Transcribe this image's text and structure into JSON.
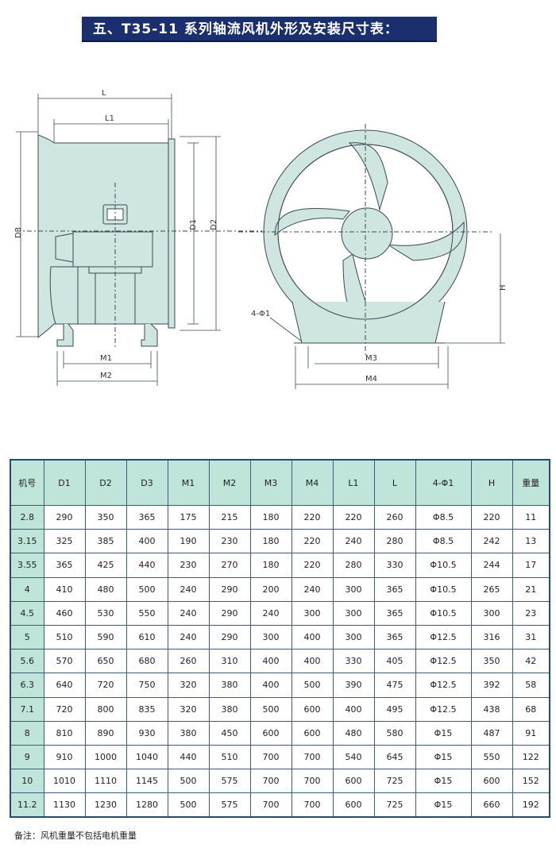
{
  "title": "五、T35-11  系列轴流风机外形及安装尺寸表：",
  "drawing": {
    "labels": {
      "L": "L",
      "L1": "L1",
      "D1": "D1",
      "D2": "D2",
      "D3": "D3",
      "M1": "M1",
      "M2": "M2",
      "M3": "M3",
      "M4": "M4",
      "H": "H",
      "hole": "4-Φ1"
    },
    "colors": {
      "body": "#cfe6e0",
      "stroke": "#3a4a55"
    }
  },
  "table": {
    "headers": [
      "机号",
      "D1",
      "D2",
      "D3",
      "M1",
      "M2",
      "M3",
      "M4",
      "L1",
      "L",
      "4-Φ1",
      "H",
      "重量"
    ],
    "rows": [
      [
        "2.8",
        "290",
        "350",
        "365",
        "175",
        "215",
        "180",
        "220",
        "220",
        "260",
        "Φ8.5",
        "220",
        "11"
      ],
      [
        "3.15",
        "325",
        "385",
        "400",
        "190",
        "230",
        "180",
        "220",
        "240",
        "280",
        "Φ8.5",
        "242",
        "13"
      ],
      [
        "3.55",
        "365",
        "425",
        "440",
        "230",
        "270",
        "180",
        "220",
        "280",
        "330",
        "Φ10.5",
        "244",
        "17"
      ],
      [
        "4",
        "410",
        "480",
        "500",
        "240",
        "290",
        "200",
        "240",
        "300",
        "365",
        "Φ10.5",
        "265",
        "21"
      ],
      [
        "4.5",
        "460",
        "530",
        "550",
        "240",
        "290",
        "240",
        "300",
        "300",
        "365",
        "Φ10.5",
        "300",
        "23"
      ],
      [
        "5",
        "510",
        "590",
        "610",
        "240",
        "290",
        "300",
        "400",
        "300",
        "365",
        "Φ12.5",
        "316",
        "31"
      ],
      [
        "5.6",
        "570",
        "650",
        "680",
        "260",
        "310",
        "400",
        "400",
        "330",
        "405",
        "Φ12.5",
        "350",
        "42"
      ],
      [
        "6.3",
        "640",
        "720",
        "750",
        "320",
        "380",
        "400",
        "500",
        "390",
        "475",
        "Φ12.5",
        "392",
        "58"
      ],
      [
        "7.1",
        "720",
        "800",
        "835",
        "320",
        "380",
        "500",
        "600",
        "400",
        "495",
        "Φ12.5",
        "438",
        "68"
      ],
      [
        "8",
        "810",
        "890",
        "930",
        "380",
        "450",
        "600",
        "600",
        "480",
        "580",
        "Φ15",
        "487",
        "91"
      ],
      [
        "9",
        "910",
        "1000",
        "1040",
        "440",
        "510",
        "700",
        "700",
        "540",
        "645",
        "Φ15",
        "550",
        "122"
      ],
      [
        "10",
        "1010",
        "1110",
        "1145",
        "500",
        "575",
        "700",
        "700",
        "600",
        "725",
        "Φ15",
        "600",
        "152"
      ],
      [
        "11.2",
        "1130",
        "1230",
        "1280",
        "500",
        "575",
        "700",
        "700",
        "600",
        "725",
        "Φ15",
        "660",
        "192"
      ]
    ]
  },
  "note": "备注：风机重量不包括电机重量"
}
